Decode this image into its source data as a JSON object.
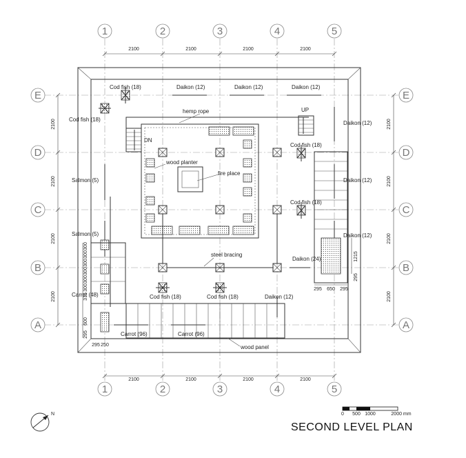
{
  "title": "SECOND LEVEL PLAN",
  "grid": {
    "columns": [
      "1",
      "2",
      "3",
      "4",
      "5"
    ],
    "rows": [
      "E",
      "D",
      "C",
      "B",
      "A"
    ],
    "spacing": "2100"
  },
  "dims": {
    "d295": "295",
    "d250": "250",
    "d650": "650",
    "d1215": "1215",
    "d300": "300",
    "d375": "375",
    "d600": "600"
  },
  "labels": {
    "cod18": "Cod fish (18)",
    "daikon12": "Daikon (12)",
    "daikon24": "Daikon (24)",
    "salmon5": "Salmon (5)",
    "carrot48": "Carrot (48)",
    "carrot96": "Carrot (96)",
    "hemp": "hemp rope",
    "up": "UP",
    "dn": "DN",
    "planter": "wood planter",
    "fire": "fire place",
    "bracing": "steel bracing",
    "panel": "wood panel"
  },
  "scale": {
    "t0": "0",
    "t500": "500",
    "t1000": "1000",
    "t2000": "2000 mm"
  },
  "north_icon": "north-arrow-icon"
}
